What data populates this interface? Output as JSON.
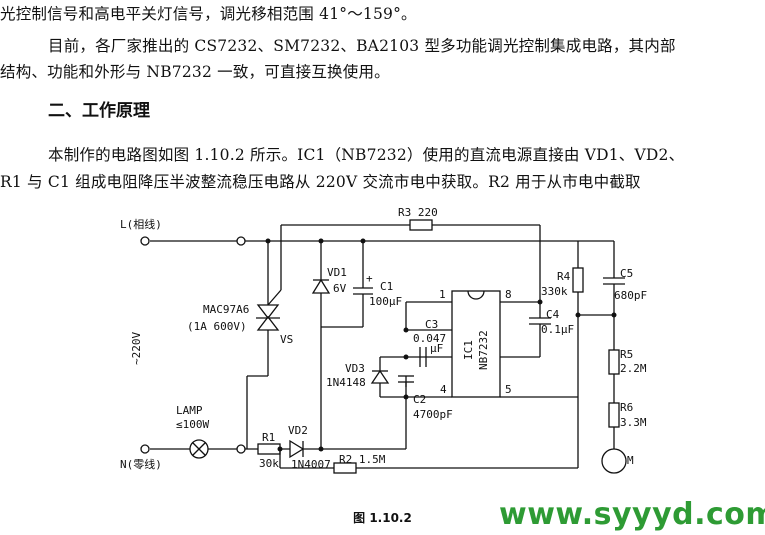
{
  "text": {
    "line1": "光控制信号和高电平关灯信号，调光移相范围 41°～159°。",
    "line2": "目前，各厂家推出的 CS7232、SM7232、BA2103 型多功能调光控制集成电路，其内部",
    "line3": "结构、功能和外形与 NB7232 一致，可直接互换使用。",
    "heading": "二、工作原理",
    "line4": "本制作的电路图如图 1.10.2 所示。IC1（NB7232）使用的直流电源直接由 VD1、VD2、",
    "line5": "R1 与 C1 组成电阻降压半波整流稳压电路从 220V 交流市电中获取。R2 用于从市电中截取"
  },
  "schematic": {
    "labels": {
      "L": "L(相线)",
      "N": "N(零线)",
      "v220": "~220V",
      "R3": "R3  220",
      "VD1": "VD1",
      "VD1v": "6V",
      "C1": "C1",
      "C1plus": "+",
      "C1v": "100μF",
      "MAC": "MAC97A6",
      "MACv": "(1A 600V)",
      "VS": "VS",
      "pin1": "1",
      "pin8": "8",
      "pin4": "4",
      "pin5": "5",
      "C3": "C3",
      "C3v": "0.047",
      "C3u": "μF",
      "IC1": "IC1",
      "NB": "NB7232",
      "C4": "C4",
      "C4v": "0.1μF",
      "VD3": "VD3",
      "VD3v": "1N4148",
      "C2": "C2",
      "C2v": "4700pF",
      "R4": "R4",
      "R4v": "330k",
      "C5": "C5",
      "C5v": "680pF",
      "R5": "R5",
      "R5v": "2.2M",
      "R6": "R6",
      "R6v": "3.3M",
      "M": "M",
      "LAMP": "LAMP",
      "LAMPv": "≤100W",
      "R1": "R1",
      "R1v": "30k",
      "VD2": "VD2",
      "VD2v": "1N4007",
      "R2": "R2  1.5M"
    },
    "caption": "图 1.10.2"
  },
  "watermark": "www.syyyd.com"
}
